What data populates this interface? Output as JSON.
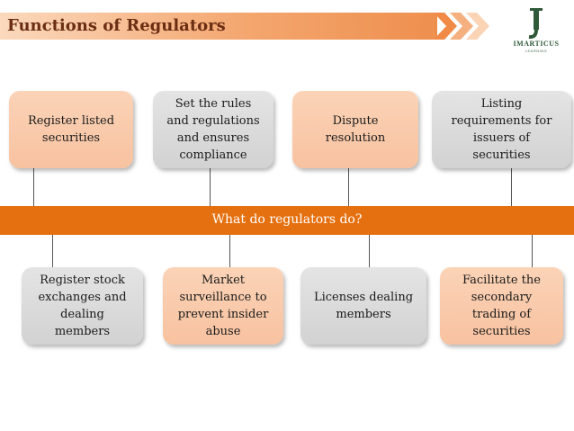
{
  "title": "Functions of Regulators",
  "logo": {
    "name": "IMARTICUS",
    "subtext": "LEARNING"
  },
  "center_label": "What do regulators do?",
  "top_boxes": [
    {
      "text": "Register listed\nsecurities"
    },
    {
      "text": "Set the rules\nand regulations\nand ensures\ncompliance"
    },
    {
      "text": "Dispute\nresolution"
    },
    {
      "text": "Listing\nrequirements for\nissuers of\nsecurities"
    }
  ],
  "bottom_boxes": [
    {
      "text": "Register stock\nexchanges and\ndealing\nmembers"
    },
    {
      "text": "Market\nsurveillance to\nprevent insider\nabuse"
    },
    {
      "text": "Licenses dealing\nmembers"
    },
    {
      "text": "Facilitate the\nsecondary\ntrading of\nsecurities"
    }
  ],
  "colors": {
    "title_bar": "#f4a770",
    "title_text": "#6b2e13",
    "center_bar": "#e5700f",
    "peach_box": "#f9c9a8",
    "gray_box": "#d9d9d9",
    "logo": "#2f5a3a"
  }
}
